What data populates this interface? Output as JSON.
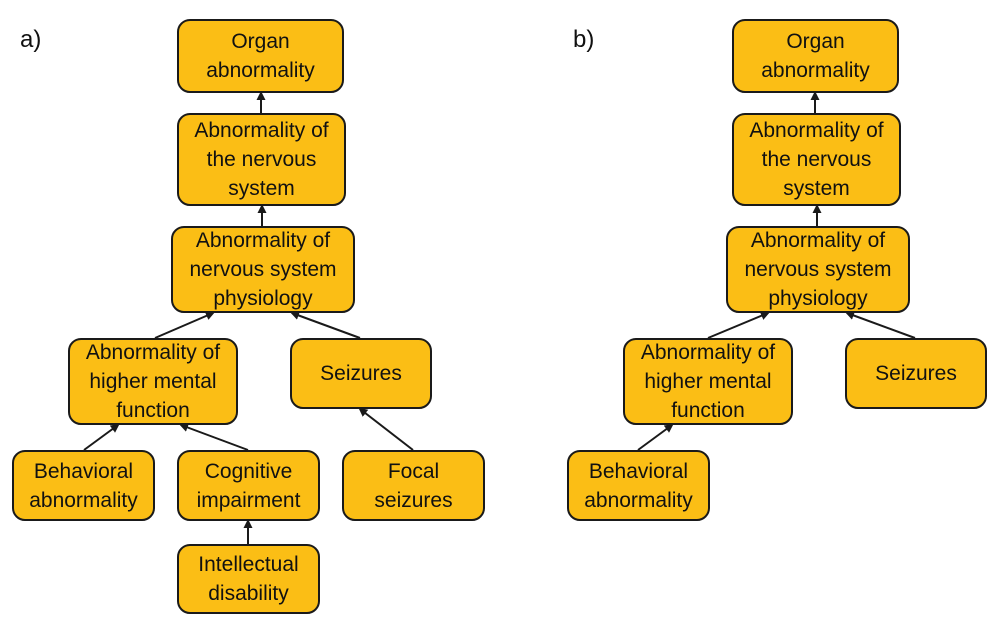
{
  "panels": [
    {
      "label": "a)",
      "nodes": {
        "organ": "Organ\nabnormality",
        "nervous": "Abnormality of\nthe nervous\nsystem",
        "physiology": "Abnormality of\nnervous system\nphysiology",
        "mental": "Abnormality of\nhigher mental\nfunction",
        "seizures": "Seizures",
        "behavioral": "Behavioral\nabnormality",
        "cognitive": "Cognitive\nimpairment",
        "focal": "Focal\nseizures",
        "intellectual": "Intellectual\ndisability"
      }
    },
    {
      "label": "b)",
      "nodes": {
        "organ": "Organ\nabnormality",
        "nervous": "Abnormality of\nthe nervous\nsystem",
        "physiology": "Abnormality of\nnervous system\nphysiology",
        "mental": "Abnormality of\nhigher mental\nfunction",
        "seizures": "Seizures",
        "behavioral": "Behavioral\nabnormality"
      }
    }
  ],
  "colors": {
    "node_fill": "#fbbe15",
    "node_border": "#1a1a1a",
    "edge": "#1a1a1a"
  }
}
